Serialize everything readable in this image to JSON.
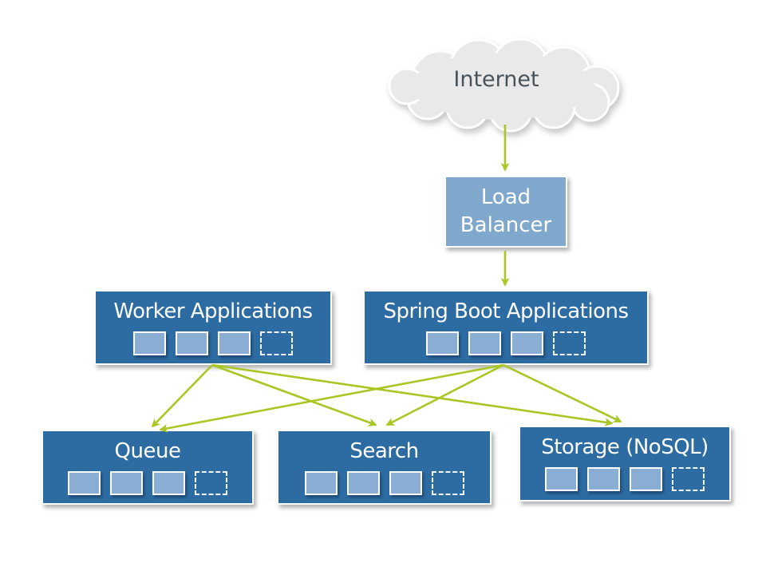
{
  "diagram": {
    "cloud": {
      "label": "Internet"
    },
    "nodes": [
      {
        "id": "load-balancer",
        "label": "Load Balancer"
      },
      {
        "id": "worker-applications",
        "label": "Worker Applications",
        "instances": 3,
        "placeholders": 1
      },
      {
        "id": "spring-boot-applications",
        "label": "Spring Boot Applications",
        "instances": 3,
        "placeholders": 1
      },
      {
        "id": "queue",
        "label": "Queue",
        "instances": 3,
        "placeholders": 1
      },
      {
        "id": "search",
        "label": "Search",
        "instances": 3,
        "placeholders": 1
      },
      {
        "id": "storage",
        "label": "Storage (NoSQL)",
        "instances": 3,
        "placeholders": 1
      }
    ],
    "edges": [
      {
        "from": "Internet",
        "to": "Load Balancer"
      },
      {
        "from": "Load Balancer",
        "to": "Spring Boot Applications"
      },
      {
        "from": "Worker Applications",
        "to": "Queue"
      },
      {
        "from": "Worker Applications",
        "to": "Search"
      },
      {
        "from": "Worker Applications",
        "to": "Storage (NoSQL)"
      },
      {
        "from": "Spring Boot Applications",
        "to": "Queue"
      },
      {
        "from": "Spring Boot Applications",
        "to": "Search"
      },
      {
        "from": "Spring Boot Applications",
        "to": "Storage (NoSQL)"
      }
    ],
    "colors": {
      "node_fill": "#2d6ca3",
      "load_balancer_fill": "#7fa8cc",
      "instance_fill": "#8aaed3",
      "arrow": "#a8c724",
      "cloud_fill": "#e9e9e9",
      "cloud_text": "#47525a",
      "node_text": "#ffffff",
      "background": "#ffffff"
    }
  }
}
